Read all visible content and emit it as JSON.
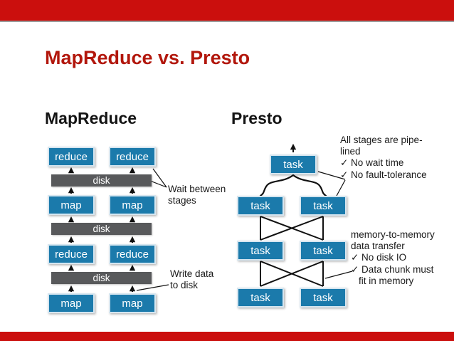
{
  "slide": {
    "title": "MapReduce vs. Presto"
  },
  "colors": {
    "accent_bar_red": "#cb0f0d",
    "title_red": "#b2170c",
    "node_blue": "#1b7aab",
    "disk_gray": "#58595b",
    "line_black": "#111111"
  },
  "mapreduce": {
    "heading": "MapReduce",
    "labels": {
      "map": "map",
      "reduce": "reduce",
      "disk": "disk"
    },
    "annotations": {
      "wait": {
        "line1": "Wait between",
        "line2": "stages"
      },
      "write": {
        "line1": "Write data",
        "line2": "to disk"
      }
    }
  },
  "presto": {
    "heading": "Presto",
    "labels": {
      "task": "task"
    },
    "annotations": {
      "pipelined": {
        "line1": "All stages are pipe-",
        "line2": "lined",
        "line3": "✓ No wait time",
        "line4": "✓ No fault-tolerance"
      },
      "memory": {
        "line1": "memory-to-memory",
        "line2": "data transfer",
        "line3": "✓ No disk IO",
        "line4": "✓ Data chunk must",
        "line5": "fit in memory"
      }
    }
  }
}
